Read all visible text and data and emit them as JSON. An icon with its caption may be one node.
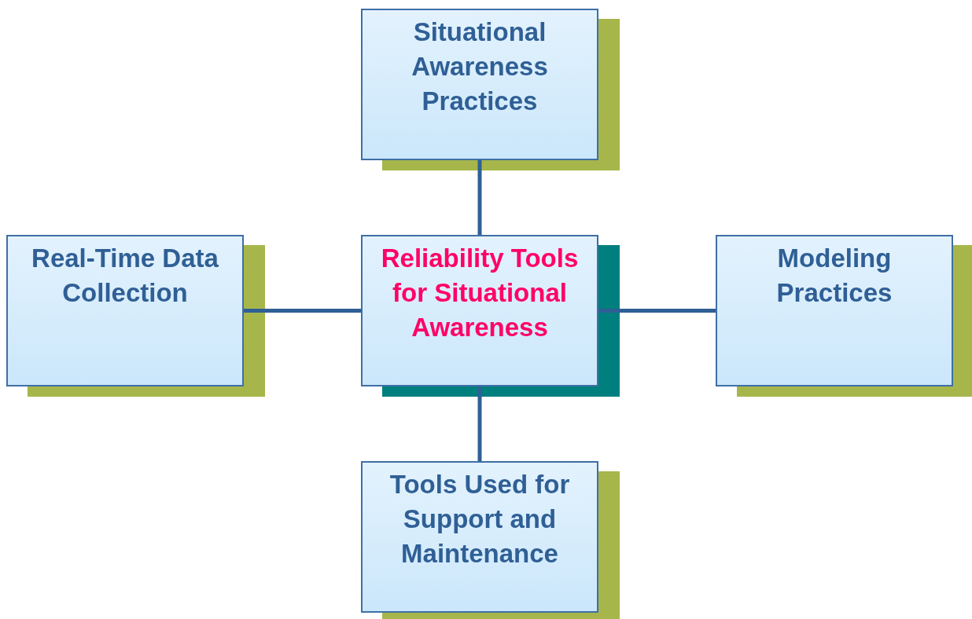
{
  "diagram": {
    "nodes": [
      {
        "text": [
          "Situational Awareness Practices"
        ]
      },
      {
        "text": [
          "Real-Time Data Collection"
        ]
      },
      {
        "text": [
          "Reliability Tools for Situational Awareness"
        ]
      },
      {
        "text": [
          "Modeling Practices"
        ]
      },
      {
        "text": [
          "Tools Used for Support and Maintenance"
        ]
      }
    ],
    "edges": [
      {
        "from": 2,
        "to": 0,
        "arrow": "none"
      },
      {
        "from": 2,
        "to": 1,
        "arrow": "none"
      },
      {
        "from": 2,
        "to": 3,
        "arrow": "none"
      },
      {
        "from": 2,
        "to": 4,
        "arrow": "none"
      }
    ]
  }
}
